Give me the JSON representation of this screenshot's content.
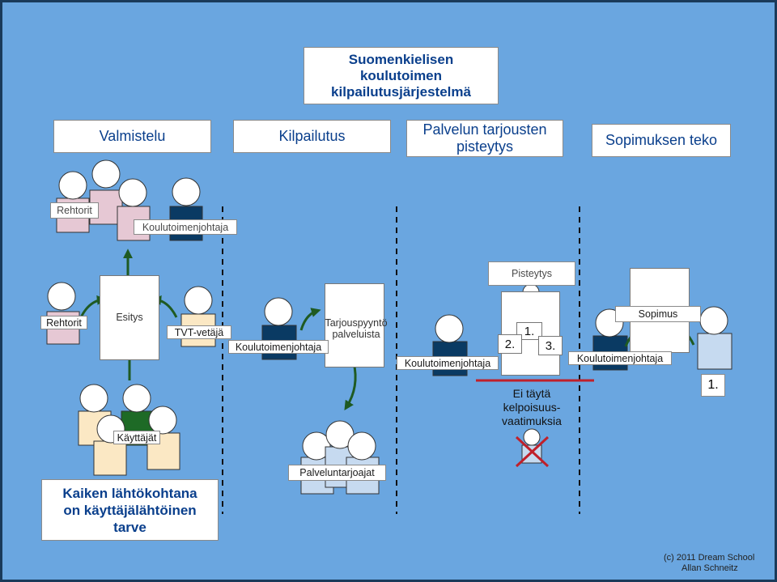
{
  "title": {
    "line1": "Suomenkielisen",
    "line2": "koulutoimen",
    "line3": "kilpailutusjärjestelmä"
  },
  "phases": [
    "Valmistelu",
    "Kilpailutus",
    "Palvelun tarjousten pisteytys",
    "Sopimuksen teko"
  ],
  "phase3": {
    "line1": "Palvelun tarjousten",
    "line2": "pisteytys"
  },
  "labels": {
    "rehtorit_top": "Rehtorit",
    "koulutoimenjohtaja_top": "Koulutoimenjohtaja",
    "rehtorit": "Rehtorit",
    "esitys": "Esitys",
    "tvt_vetaja": "TVT-vetäjä",
    "kayttajat": "Käyttäjät",
    "tarjouspyynto_1": "Tarjouspyyntö",
    "tarjouspyynto_2": "palveluista",
    "koulutoimenjohtaja_2": "Koulutoimenjohtaja",
    "palveluntarjoajat": "Palveluntarjoajat",
    "pisteytys": "Pisteytys",
    "koulutoimenjohtaja_3": "Koulutoimenjohtaja",
    "rank_2": "2.",
    "rank_1": "1.",
    "rank_3": "3.",
    "ei_taytta_1": "Ei täytä",
    "ei_taytta_2": "kelpoisuus-",
    "ei_taytta_3": "vaatimuksia",
    "sopimus": "Sopimus",
    "koulutoimenjohtaja_4": "Koulutoimenjohtaja",
    "winner_rank": "1."
  },
  "needs": {
    "line1": "Kaiken lähtökohtana",
    "line2": "on käyttäjälähtöinen",
    "line3": "tarve"
  },
  "copyright": {
    "line1": "(c) 2011 Dream School",
    "line2": "Allan Schneitz"
  },
  "colors": {
    "background": "#6aa6e0",
    "heading_text": "#0a3f8c",
    "arrow": "#1f5a22",
    "reject": "#c0202a",
    "pink": "#e6c8d4",
    "cream": "#fbe8c4",
    "navy": "#0a3a63",
    "green": "#1e6a26",
    "light_blue": "#c6daf0"
  }
}
